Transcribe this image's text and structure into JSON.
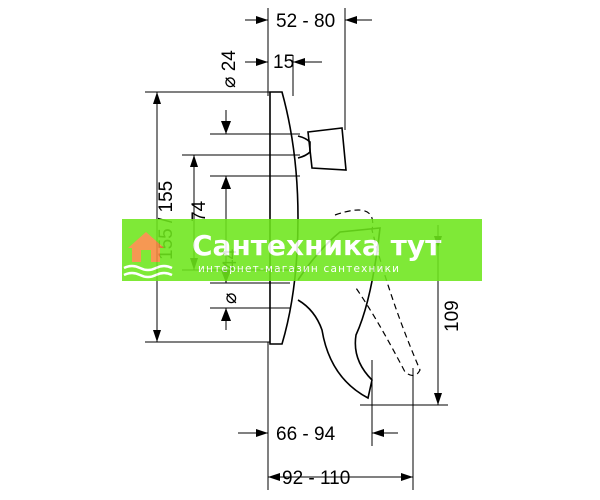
{
  "dimensions": {
    "top_range": "52 - 80",
    "diameter_top": "⌀ 24",
    "small_15": "15",
    "height_155": "155 / 155",
    "height_74": "74",
    "height_44": "44",
    "diameter_bottom": "⌀",
    "height_109": "109",
    "width_66_94": "66  -  94",
    "width_92_110": "92  -  110"
  },
  "watermark": {
    "title": "Сантехника тут",
    "subtitle": "интернет-магазин сантехники",
    "colors": {
      "banner": "#6ee61c",
      "text": "#ffffff",
      "accent": "#e84a1a"
    }
  }
}
